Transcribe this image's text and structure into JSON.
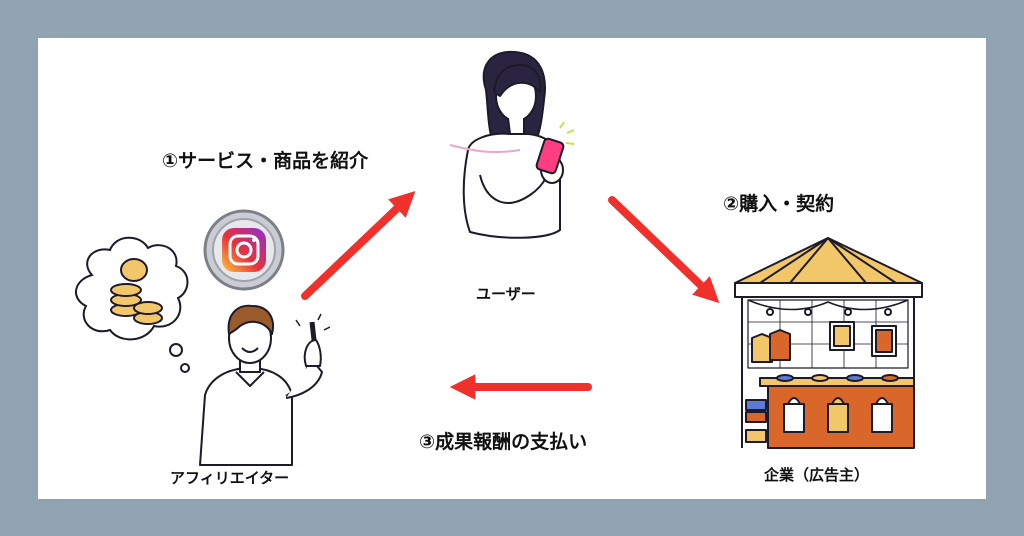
{
  "steps": {
    "introduce": "①サービス・商品を紹介",
    "purchase": "②購入・契約",
    "payment": "③成果報酬の支払い"
  },
  "actors": {
    "user": "ユーザー",
    "company": "企業（広告主）",
    "affiliate": "アフィリエイター"
  },
  "colors": {
    "arrow": "#f0302a",
    "background": "#8fa3b1",
    "card": "#ffffff",
    "awning": "#f1c76a",
    "counter": "#d9672a"
  },
  "icons": [
    "woman-phone-icon",
    "shop-stall-icon",
    "man-pointing-icon",
    "instagram-icon",
    "coins-thought-icon"
  ]
}
